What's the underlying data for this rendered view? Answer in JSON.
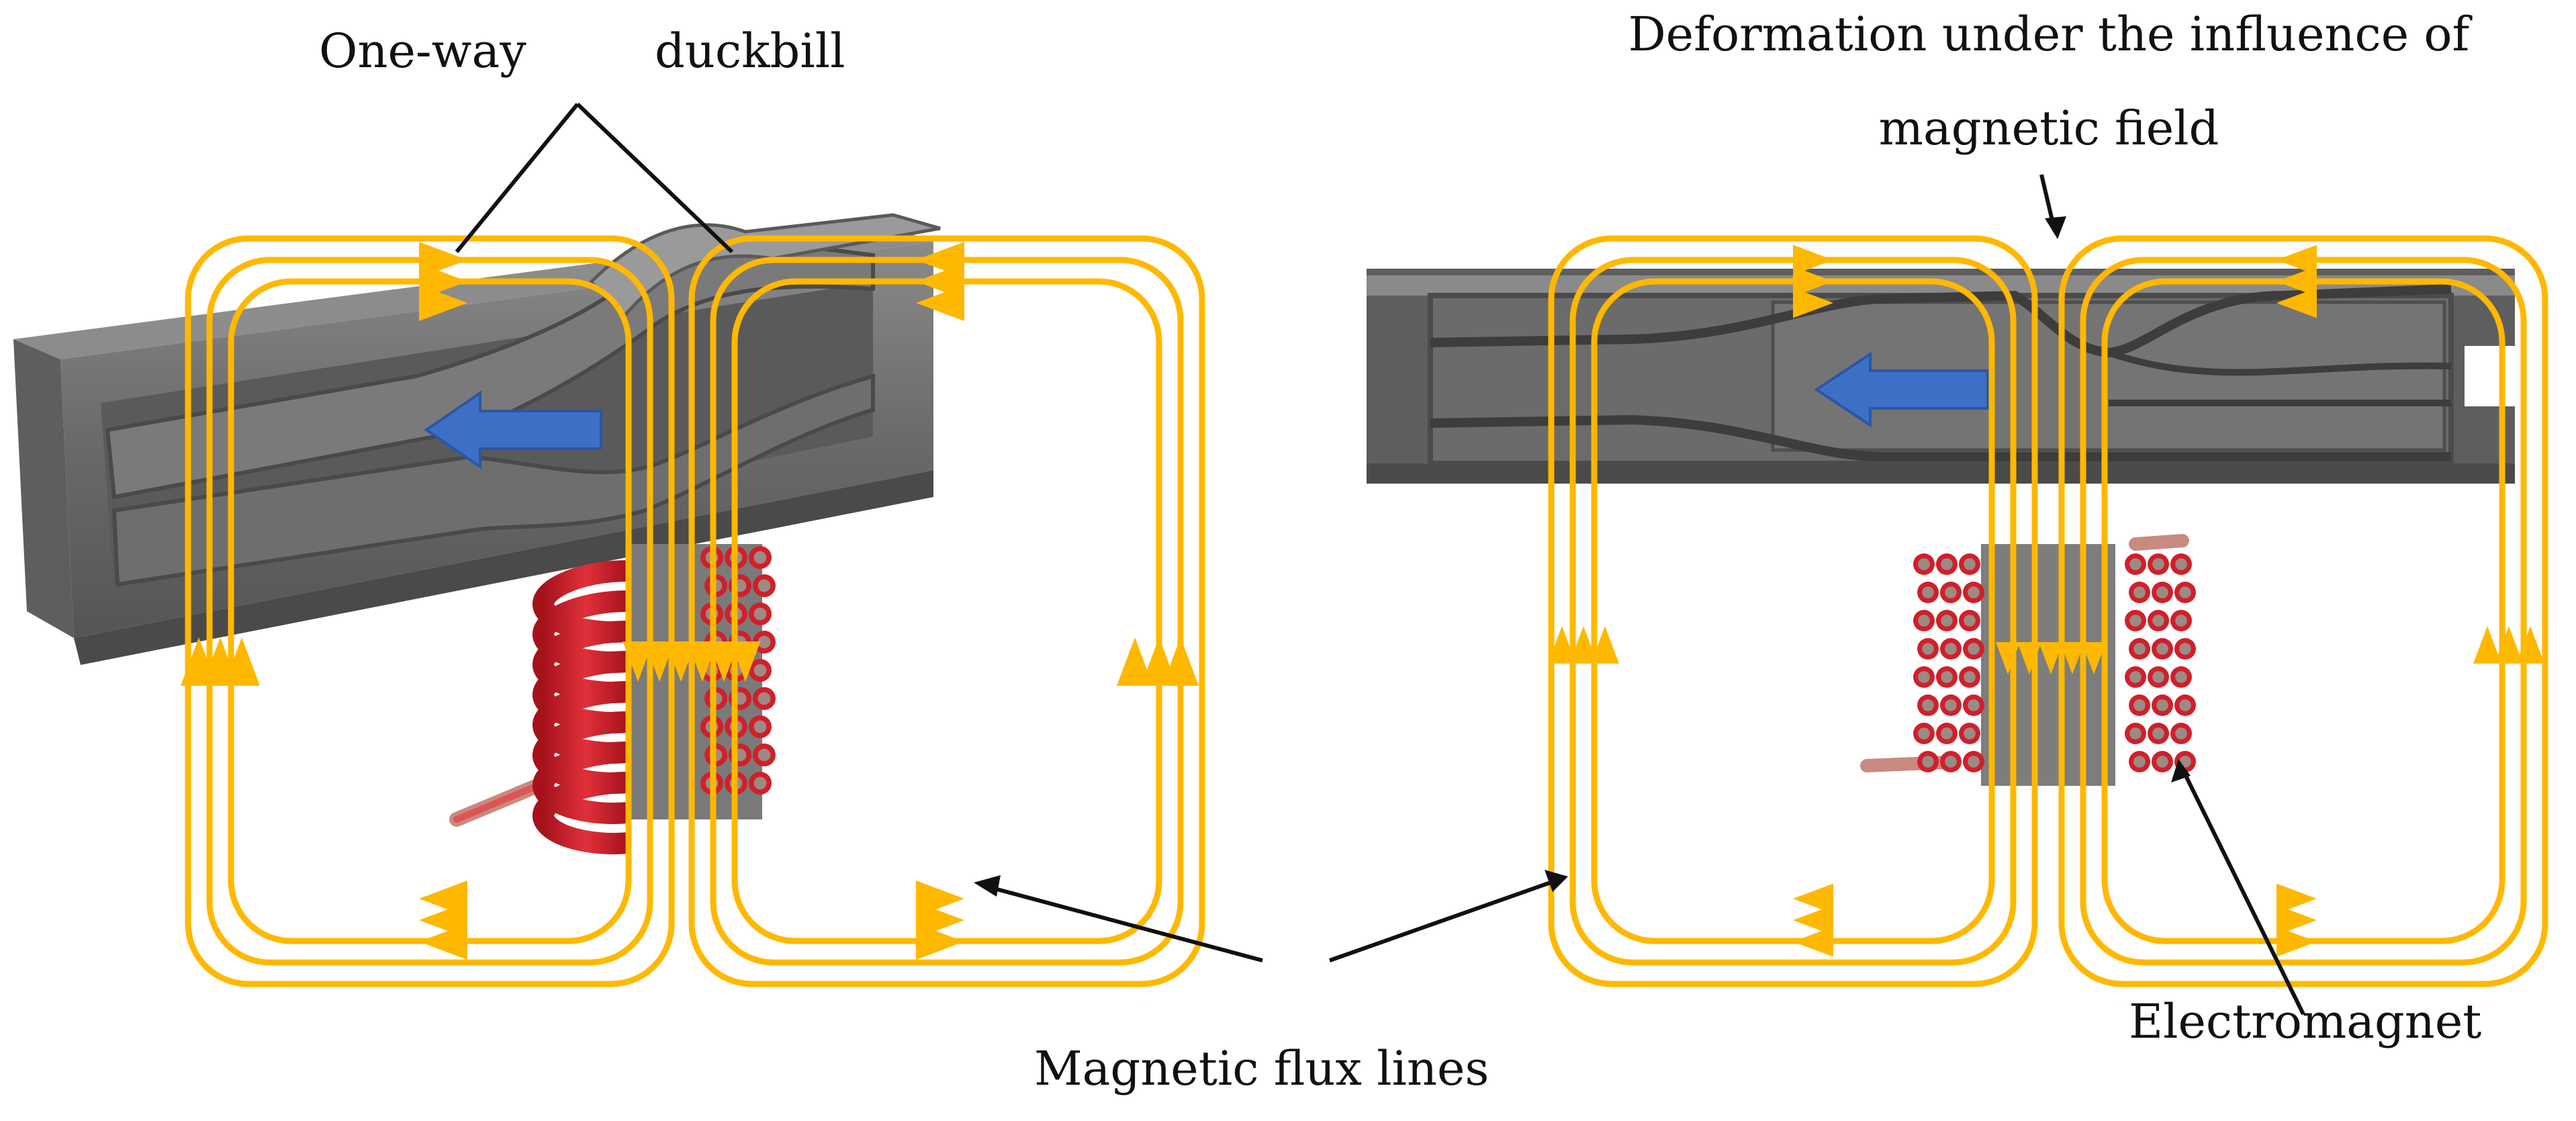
{
  "labels": {
    "one_way": "One-way",
    "duckbill": "duckbill",
    "deformation_line1": "Deformation under the influence of",
    "deformation_line2": "magnetic field",
    "magnetic_flux_lines": "Magnetic flux lines",
    "electromagnet": "Electromagnet"
  },
  "colors": {
    "flux": "#FFB800",
    "valve_body": "#6E6E6E",
    "coil": "#D0202A",
    "flow_arrow": "#3E6FC6",
    "pointer": "#111111"
  },
  "icons": {
    "flow_arrow": "flow-direction-arrow",
    "flux_arrow": "flux-direction-arrow"
  }
}
